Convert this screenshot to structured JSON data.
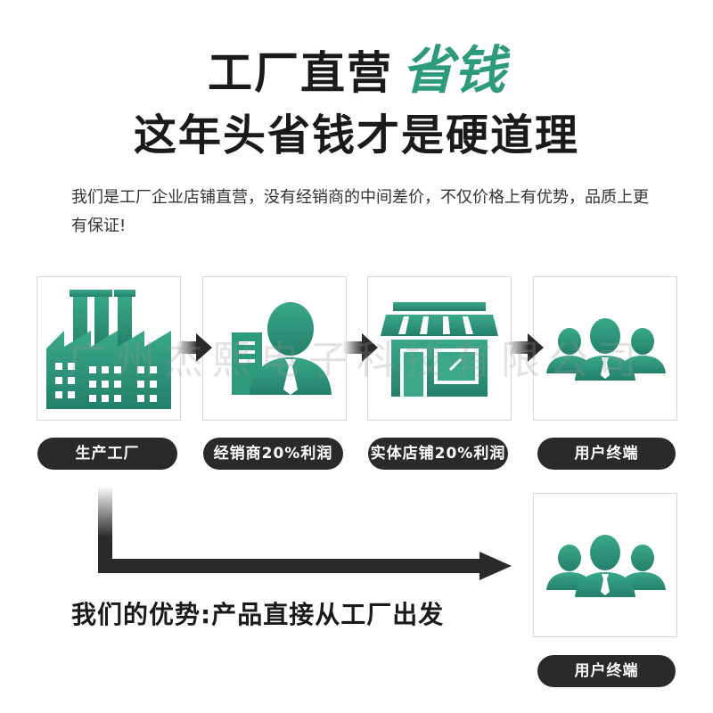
{
  "headline": {
    "line1_main": "工厂直营",
    "line1_accent": "省钱",
    "line2": "这年头省钱才是硬道理"
  },
  "intro": "我们是工厂企业店铺直营，没有经销商的中间差价，不仅价格上有优势，品质上更有保证!",
  "chain": [
    {
      "icon": "factory-icon",
      "label": "生产工厂"
    },
    {
      "icon": "dealer-icon",
      "label": "经销商20%利润"
    },
    {
      "icon": "store-icon",
      "label": "实体店铺20%利润"
    },
    {
      "icon": "users-icon",
      "label": "用户终端"
    }
  ],
  "direct": {
    "icon": "users-icon",
    "label": "用户终端",
    "advantage": "我们的优势:产品直接从工厂出发"
  },
  "watermark": "广州杰熙电子科技有限公司",
  "colors": {
    "accent": "#2e9a7c",
    "pill": "#2a2a2a",
    "arrow": "#2a2a2a"
  }
}
